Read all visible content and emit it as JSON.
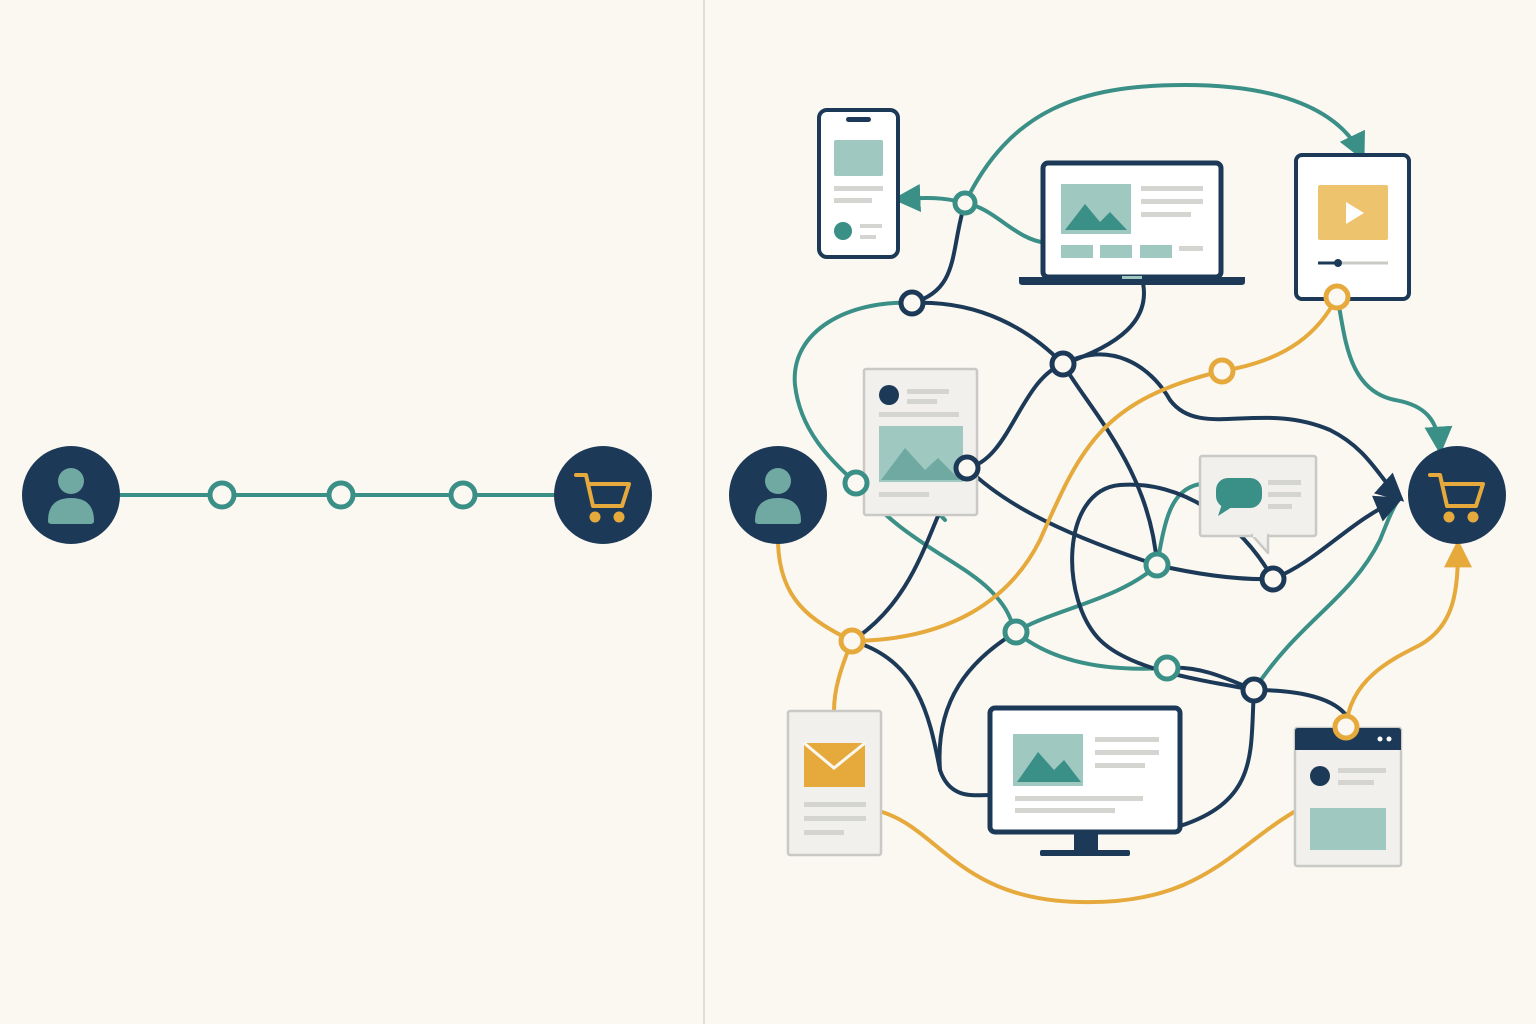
{
  "colors": {
    "background": "#fbf8f2",
    "divider": "#e1ddd6",
    "navy": "#1c3a57",
    "teal": "#3a8f86",
    "teal_light": "#9ec8c0",
    "amber": "#e6a93c",
    "amber_light": "#eec36e",
    "paper": "#f1f0ec",
    "paper_border": "#c9c9c6",
    "gray_line": "#d4d4d0"
  },
  "left_panel": {
    "start_node": {
      "icon": "user-icon"
    },
    "end_node": {
      "icon": "shopping-cart-icon"
    },
    "touchpoint_count": 3
  },
  "right_panel": {
    "start_node": {
      "icon": "user-icon"
    },
    "end_node": {
      "icon": "shopping-cart-icon"
    },
    "touchpoints": [
      {
        "name": "mobile-phone",
        "icon": "smartphone-icon"
      },
      {
        "name": "laptop",
        "icon": "laptop-icon"
      },
      {
        "name": "tablet-video",
        "icon": "play-icon"
      },
      {
        "name": "social-post-card",
        "icon": "image-icon"
      },
      {
        "name": "chat-message-card",
        "icon": "chat-bubble-icon"
      },
      {
        "name": "email-card",
        "icon": "envelope-icon"
      },
      {
        "name": "desktop-monitor",
        "icon": "monitor-icon"
      },
      {
        "name": "browser-window",
        "icon": "browser-icon"
      }
    ]
  }
}
